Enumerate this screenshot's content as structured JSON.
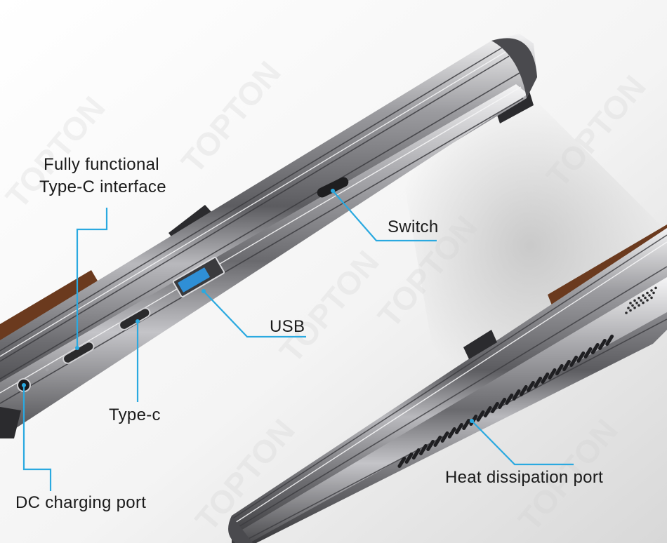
{
  "labels": {
    "typec_full_line1": "Fully functional",
    "typec_full_line2": "Type-C interface",
    "switch": "Switch",
    "usb": "USB",
    "typec": "Type-c",
    "dc_port": "DC charging port",
    "heat_port": "Heat dissipation port"
  },
  "watermark": "TOPTON",
  "colors": {
    "leader_line": "#2aa9e0",
    "usb_port": "#2f8fd6",
    "body_metal": "#8a8a8e",
    "edge_highlight": "#e8e8ea",
    "dark": "#2b2b2e",
    "wood_accent": "#6b3a1e"
  }
}
